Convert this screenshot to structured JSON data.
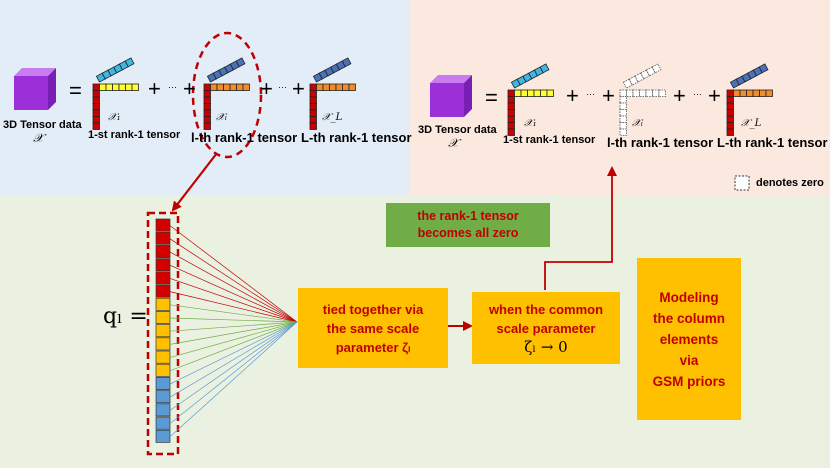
{
  "left_panel": {
    "tensor_label": "3D Tensor data",
    "tensor_symbol": "𝒳",
    "equals": "=",
    "plus": "+",
    "dots": "···",
    "term1_label": "1-st rank-1 tensor",
    "term1_symbol": "𝒳₁",
    "terml_label": "l-th rank-1 tensor",
    "terml_symbol": "𝒳ₗ",
    "termL_label": "L-th rank-1 tensor",
    "termL_symbol": "𝒳_L"
  },
  "right_panel": {
    "tensor_label": "3D Tensor data",
    "tensor_symbol": "𝒳",
    "equals": "=",
    "plus": "+",
    "dots": "···",
    "term1_label": "1-st rank-1 tensor",
    "term1_symbol": "𝒳₁",
    "terml_label": "l-th rank-1 tensor",
    "terml_symbol": "𝒳ₗ",
    "termL_label": "L-th rank-1 tensor",
    "termL_symbol": "𝒳_L",
    "legend_text": "denotes zero"
  },
  "bottom": {
    "q_symbol": "qₗ =",
    "box_tied": [
      "tied together via",
      "the same scale",
      "parameter ζₗ"
    ],
    "box_common": [
      "when the common",
      "scale parameter",
      "ζₗ → 0"
    ],
    "box_zero": [
      "the rank-1 tensor",
      "becomes all zero"
    ],
    "box_gsm": [
      "Modeling",
      "the column",
      "elements",
      "via",
      "GSM priors"
    ]
  },
  "colors": {
    "bg_top_left": "#e3edf8",
    "bg_top_right": "#fbe9df",
    "bg_bottom": "#ebf1e0",
    "cube_purple": "#9b30d8",
    "red": "#cc0000",
    "yellow": "#ffff33",
    "orange_vec": "#f28c28",
    "cyan": "#3fb7e4",
    "steel_blue": "#4a72b8",
    "column_red": "#d40000",
    "column_yellow": "#ffc000",
    "column_blue": "#5b9bd5",
    "box_yellow": "#ffc000",
    "box_green": "#70ad47",
    "text_red": "#c00000",
    "arrow_dark_red": "#c00000"
  }
}
